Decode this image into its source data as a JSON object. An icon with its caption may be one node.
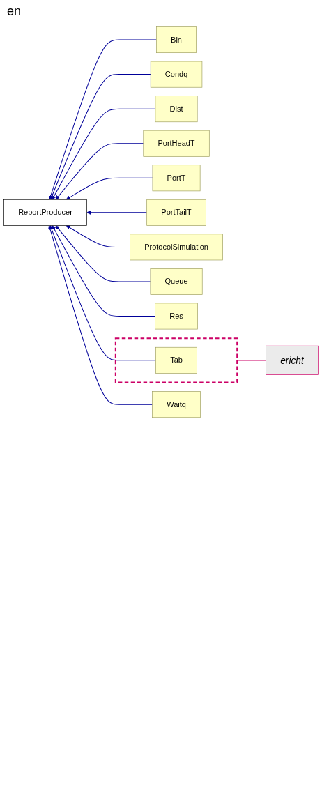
{
  "diagram": {
    "nodes": [
      {
        "text": [
          "ReportProducer"
        ]
      },
      {
        "text": [
          "Bin"
        ]
      },
      {
        "text": [
          "Condq"
        ]
      },
      {
        "text": [
          "Dist"
        ]
      },
      {
        "text": [
          "PortHeadT"
        ]
      },
      {
        "text": [
          "PortT"
        ]
      },
      {
        "text": [
          "PortTailT"
        ]
      },
      {
        "text": [
          "ProtocolSimulation"
        ]
      },
      {
        "text": [
          "Queue"
        ]
      },
      {
        "text": [
          "Res"
        ]
      },
      {
        "text": [
          "ericht"
        ]
      },
      {
        "text": [],
        "shape": "box"
      },
      {
        "text": [
          "Tab"
        ],
        "in": 11
      },
      {
        "text": [
          "Waitq"
        ]
      }
    ],
    "edges": [
      {
        "from": 1,
        "to": 0,
        "arrow": "to"
      },
      {
        "from": 2,
        "to": 0,
        "arrow": "to"
      },
      {
        "from": 3,
        "to": 0,
        "arrow": "to"
      },
      {
        "from": 4,
        "to": 0,
        "arrow": "to"
      },
      {
        "from": 5,
        "to": 0,
        "arrow": "to"
      },
      {
        "from": 6,
        "to": 0,
        "arrow": "to"
      },
      {
        "from": 7,
        "to": 0,
        "arrow": "to"
      },
      {
        "from": 8,
        "to": 0,
        "arrow": "to"
      },
      {
        "from": 9,
        "to": 0,
        "arrow": "to"
      },
      {
        "from": 12,
        "to": 0,
        "arrow": "to"
      },
      {
        "from": 13,
        "to": 0,
        "arrow": "to"
      },
      {
        "from": 10,
        "to": 11,
        "arrow": "none",
        "color": "#cc0066"
      }
    ],
    "labels": [
      "en"
    ]
  }
}
